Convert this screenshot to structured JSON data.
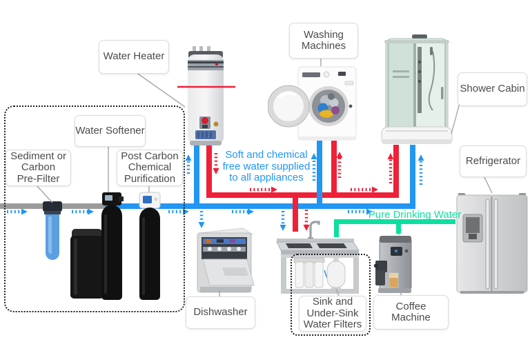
{
  "colors": {
    "cold_water": "#2196f3",
    "hot_water": "#ee2139",
    "pure_water": "#0ddfa0",
    "supply_pipe": "#9b9b9b"
  },
  "labels": {
    "water_heater": "Water Heater",
    "washing_machines": [
      "Washing",
      "Machines"
    ],
    "shower_cabin": "Shower Cabin",
    "refrigerator": "Refrigerator",
    "water_softener": "Water Softener",
    "pre_filter": [
      "Sediment or",
      "Carbon",
      "Pre-Filter"
    ],
    "post_carbon": [
      "Post Carbon",
      "Chemical",
      "Purification"
    ],
    "dishwasher": "Dishwasher",
    "sink_filters": [
      "Sink and",
      "Under-Sink",
      "Water Filters"
    ],
    "coffee_machine": [
      "Coffee",
      "Machine"
    ]
  },
  "annotations": {
    "soft_water": [
      "Soft and chemical",
      "free water supplied",
      "to all appliances"
    ],
    "pure_water": "Pure Drinking Water"
  }
}
